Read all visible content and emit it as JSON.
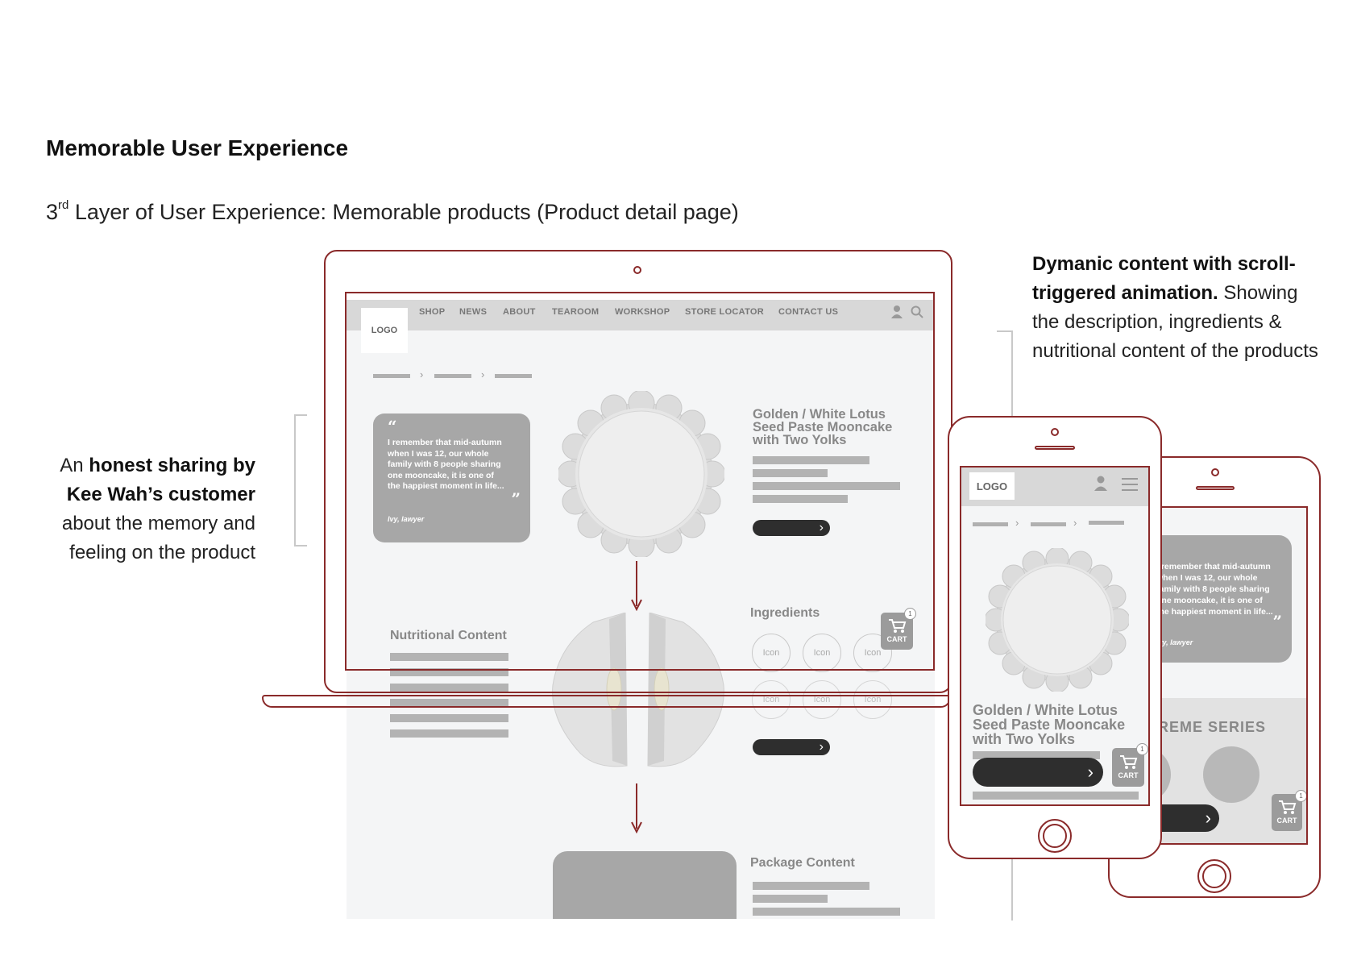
{
  "heading": "Memorable User Experience",
  "subheading": {
    "ordinal": "3",
    "suffix": "rd",
    "rest": " Layer of User Experience: Memorable products (Product detail page)"
  },
  "note_left": {
    "pre": "An ",
    "bold": "honest sharing by Kee Wah’s customer",
    "post": " about the memory and feeling on the product"
  },
  "note_right": {
    "bold": "Dymanic content with scroll-triggered animation.",
    "post": " Showing the description, ingredients & nutritional content of the products"
  },
  "desktop": {
    "logo": "LOGO",
    "nav": [
      "SHOP",
      "NEWS",
      "ABOUT",
      "TEAROOM",
      "WORKSHOP",
      "STORE LOCATOR",
      "CONTACT US"
    ],
    "quote": {
      "open": "“",
      "text": "I remember that mid-autumn when I was 12, our whole family with 8 people sharing one mooncake, it is one of the happiest moment in life...",
      "close": "”",
      "author": "Ivy, lawyer"
    },
    "product_title": "Golden / White Lotus Seed Paste Mooncake with Two Yolks",
    "ingredients_title": "Ingredients",
    "icon_label": "Icon",
    "nutrition_title": "Nutritional Content",
    "package_title": "Package Content",
    "cart_label": "CART",
    "cart_count": "1",
    "button_arrow": "›"
  },
  "phone_front": {
    "logo": "LOGO",
    "product_title": "Golden / White Lotus Seed Paste Mooncake with Two Yolks",
    "cart_label": "CART",
    "cart_count": "1",
    "button_arrow": "›"
  },
  "phone_back": {
    "quote": {
      "text": "I remember that mid-autumn when I was 12, our whole family with 8 people sharing one mooncake, it is one of the happiest moment in life...",
      "close": "”",
      "author": "Ivy, lawyer"
    },
    "series_label": "SUPREME SERIES",
    "cart_label": "CART",
    "cart_count": "1",
    "button_arrow": "›"
  },
  "colors": {
    "accent": "#8a2a2a",
    "wire_gray": "#b3b3b3",
    "panel_gray": "#a7a7a7",
    "page_bg": "#f4f5f6"
  }
}
